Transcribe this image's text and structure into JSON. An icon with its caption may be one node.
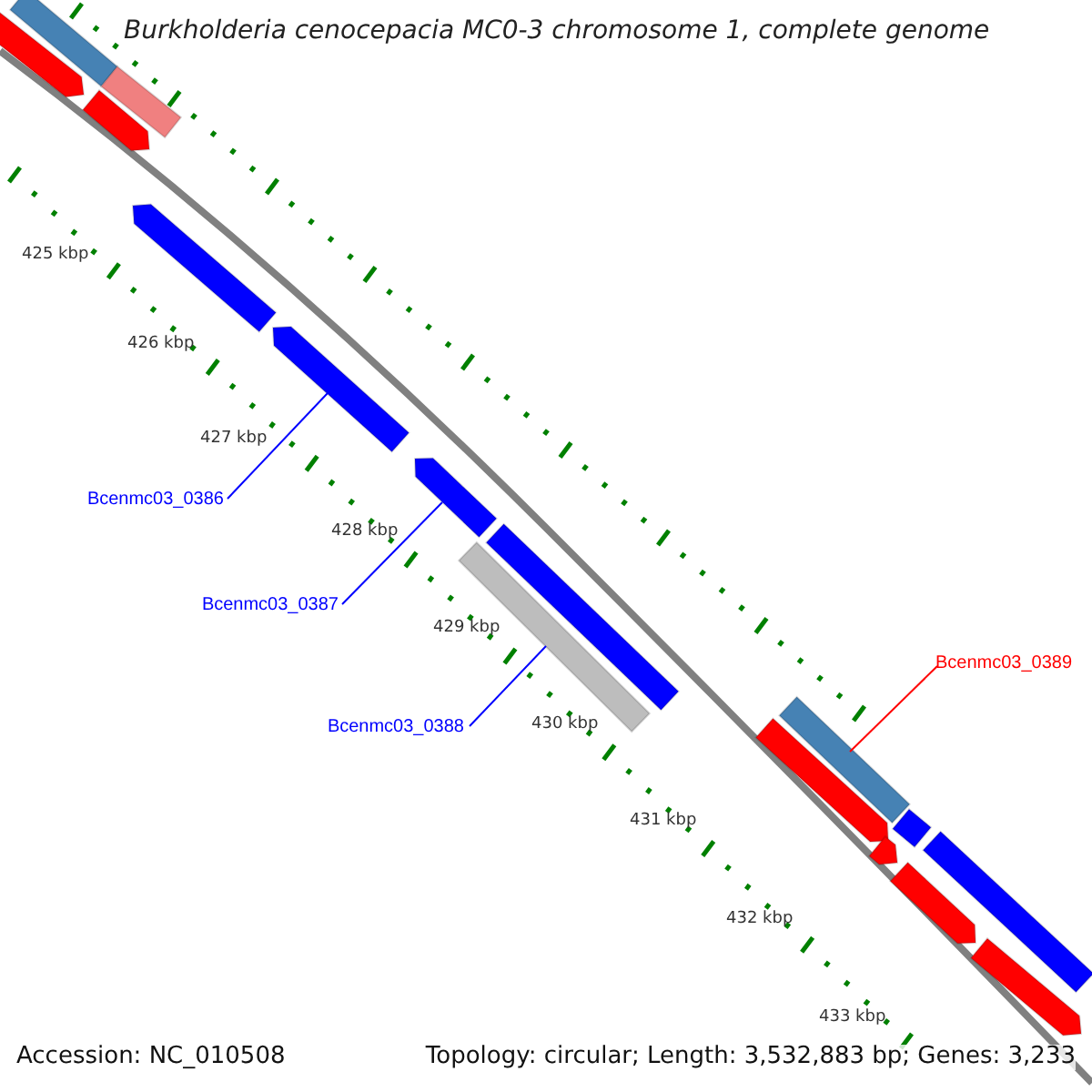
{
  "diagram": {
    "title": "Burkholderia cenocepacia MC0-3 chromosome 1, complete genome",
    "nodes": [
      {
        "text": [
          "Bcenmc03_0386"
        ]
      },
      {
        "text": [
          "Bcenmc03_0387"
        ]
      },
      {
        "text": [
          "Bcenmc03_0388"
        ]
      },
      {
        "text": [
          "Bcenmc03_0389"
        ]
      },
      {
        "text": [],
        "shape": "bar"
      },
      {
        "text": [],
        "shape": "bar"
      },
      {
        "text": [],
        "shape": "bar"
      },
      {
        "text": [],
        "shape": "bar"
      },
      {
        "text": [],
        "shape": "bar"
      },
      {
        "text": [],
        "shape": "bar"
      },
      {
        "text": [],
        "shape": "bar"
      },
      {
        "text": [],
        "shape": "bar"
      },
      {
        "text": [],
        "shape": "bar"
      },
      {
        "text": [],
        "shape": "bar"
      },
      {
        "text": [],
        "shape": "bar"
      },
      {
        "text": [],
        "shape": "bar"
      },
      {
        "text": [],
        "shape": "bar"
      },
      {
        "text": [],
        "shape": "bar"
      },
      {
        "text": [],
        "shape": "bar"
      },
      {
        "text": [],
        "shape": "bar"
      }
    ],
    "edges": [
      {
        "from": 0,
        "to": 9,
        "arrow": "none"
      },
      {
        "from": 1,
        "to": 10,
        "arrow": "none"
      },
      {
        "from": 2,
        "to": 12,
        "arrow": "none"
      },
      {
        "from": 3,
        "to": 13,
        "arrow": "none",
        "color": "#ff0000"
      }
    ],
    "labels": [
      "425 kbp",
      "426 kbp",
      "427 kbp",
      "428 kbp",
      "429 kbp",
      "430 kbp",
      "431 kbp",
      "432 kbp",
      "433 kbp",
      "Accession: NC_010508",
      "Topology: circular; Length: 3,532,883 bp; Genes: 3,233"
    ]
  }
}
